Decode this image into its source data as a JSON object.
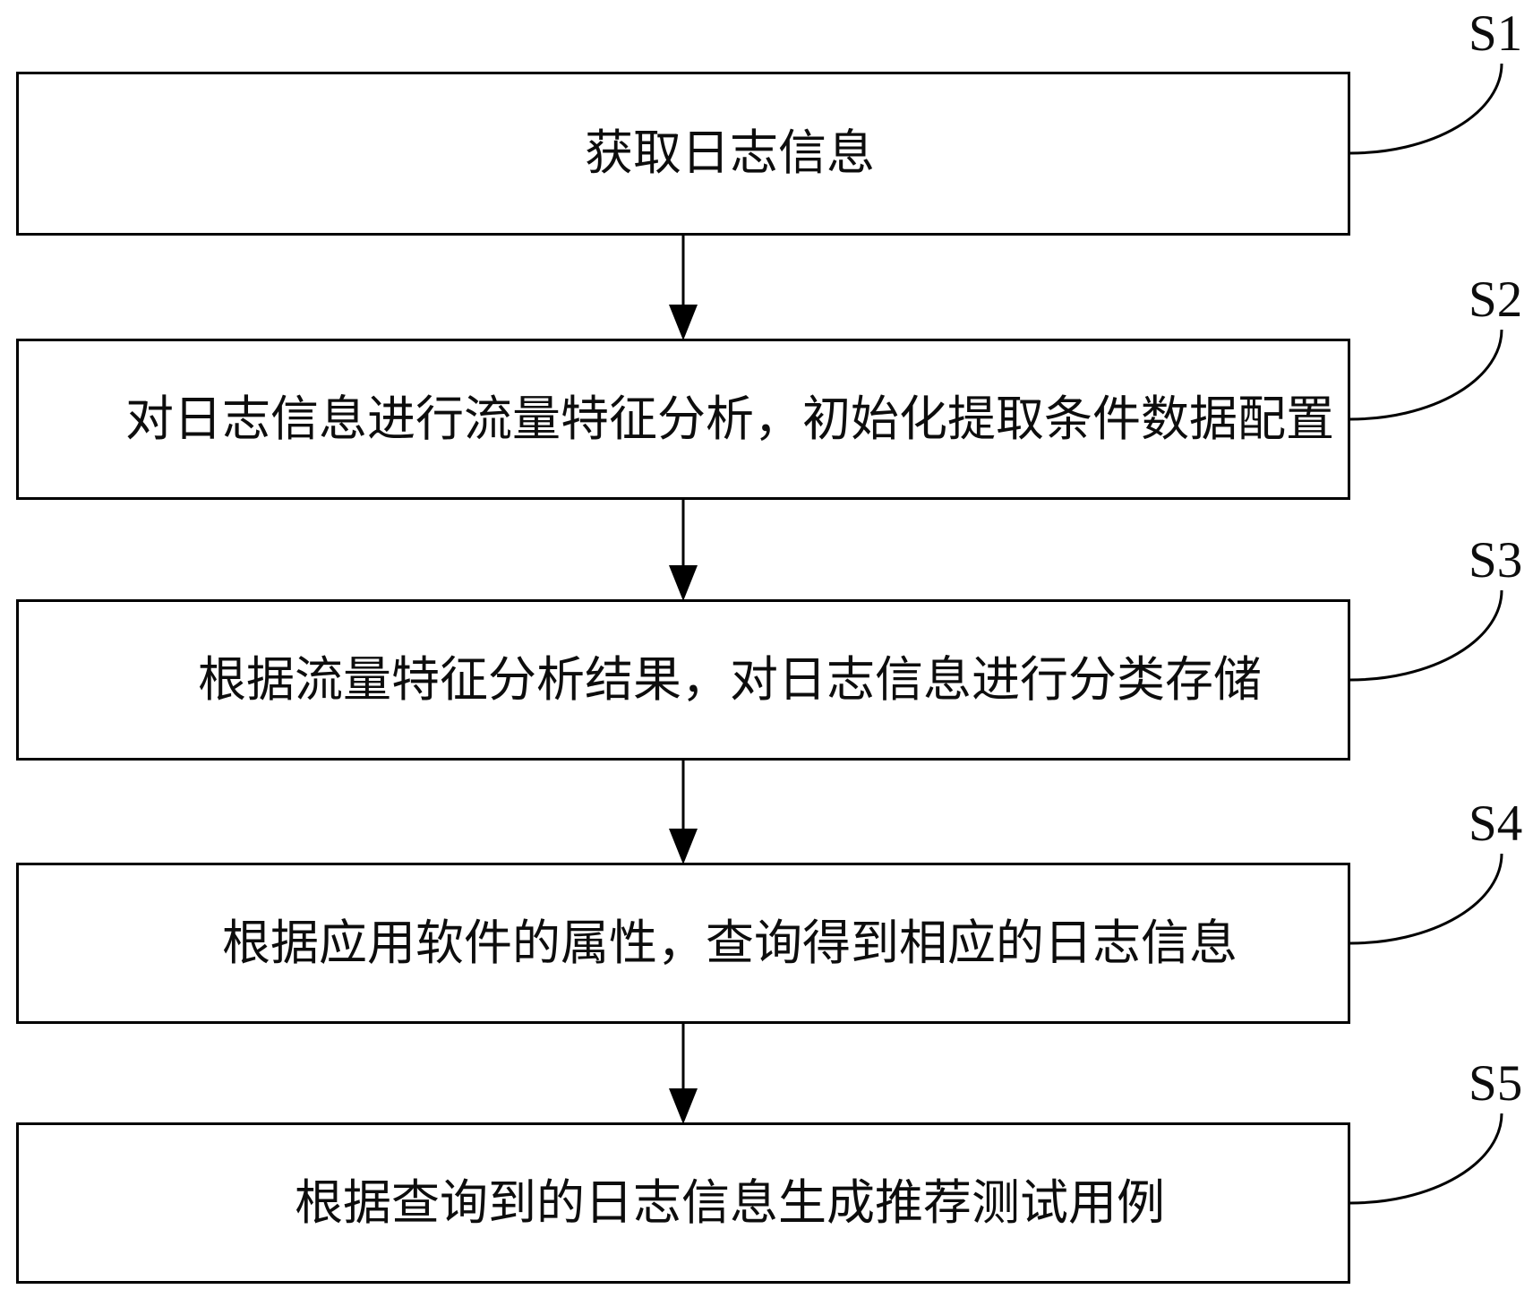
{
  "figure": {
    "steps": [
      {
        "label": "S1",
        "text": "获取日志信息"
      },
      {
        "label": "S2",
        "text": "对日志信息进行流量特征分析，初始化提取条件数据配置"
      },
      {
        "label": "S3",
        "text": "根据流量特征分析结果，对日志信息进行分类存储"
      },
      {
        "label": "S4",
        "text": "根据应用软件的属性，查询得到相应的日志信息"
      },
      {
        "label": "S5",
        "text": "根据查询到的日志信息生成推荐测试用例"
      }
    ]
  }
}
